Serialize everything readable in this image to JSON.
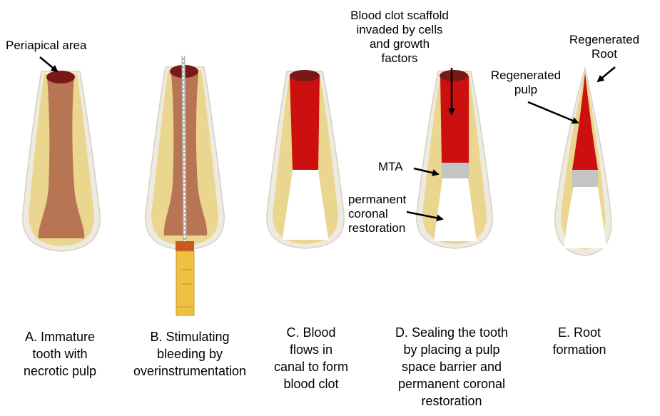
{
  "colors": {
    "enamel": "#eeeae0",
    "enamel_stroke": "#d7d1c3",
    "dentin": "#ead68f",
    "necrotic_pulp": "#b87553",
    "periapical": "#7a1818",
    "blood_clot": "#cc1010",
    "mta": "#c4c4c4",
    "restoration": "#ffffff",
    "file_handle": "#f0c040",
    "file_stop": "#c85a20"
  },
  "labels": {
    "periapical_area": "Periapical area",
    "blood_clot_scaffold": [
      "Blood clot scaffold",
      "invaded by cells",
      "and growth",
      "factors"
    ],
    "mta": "MTA",
    "permanent_coronal_restoration": [
      "permanent",
      "coronal",
      "restoration"
    ],
    "regenerated_root": [
      "Regenerated",
      "Root"
    ],
    "regenerated_pulp": [
      "Regenerated",
      "pulp"
    ]
  },
  "captions": {
    "a": [
      "A. Immature",
      "tooth with",
      "necrotic pulp"
    ],
    "b": [
      "B. Stimulating",
      "bleeding by",
      "overinstrumentation"
    ],
    "c": [
      "C. Blood",
      "flows in",
      "canal to form",
      "blood clot"
    ],
    "d": [
      "D. Sealing the tooth",
      "by placing a pulp",
      "space barrier and",
      "permanent coronal",
      "restoration"
    ],
    "e": [
      "E. Root",
      "formation"
    ]
  }
}
